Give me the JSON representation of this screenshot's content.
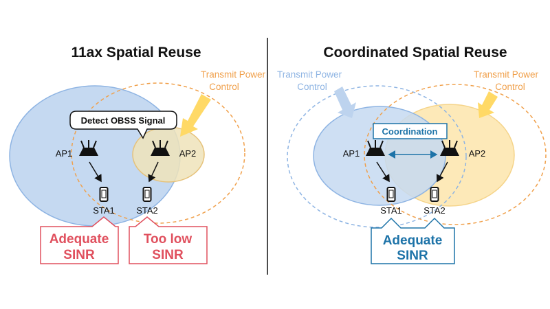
{
  "left_panel": {
    "title": "11ax Spatial Reuse",
    "tpc_label": [
      "Transmit Power",
      "Control"
    ],
    "callout": "Detect OBSS Signal",
    "ap1": "AP1",
    "ap2": "AP2",
    "sta1": "STA1",
    "sta2": "STA2",
    "result_sta1": [
      "Adequate",
      "SINR"
    ],
    "result_sta2": [
      "Too low",
      "SINR"
    ]
  },
  "right_panel": {
    "title": "Coordinated Spatial Reuse",
    "tpc_left_label": [
      "Transmit Power",
      "Control"
    ],
    "tpc_right_label": [
      "Transmit Power",
      "Control"
    ],
    "coordination": "Coordination",
    "ap1": "AP1",
    "ap2": "AP2",
    "sta1": "STA1",
    "sta2": "STA2",
    "result": [
      "Adequate",
      "SINR"
    ]
  },
  "colors": {
    "blue_fill": "#c5d9f1",
    "blue_stroke": "#8eb4e3",
    "orange_fill": "#fde9b8",
    "orange_stroke": "#f0a04b",
    "yellow_arrow": "#ffd966",
    "red": "#e0505e",
    "dark_blue": "#1d73a8"
  }
}
